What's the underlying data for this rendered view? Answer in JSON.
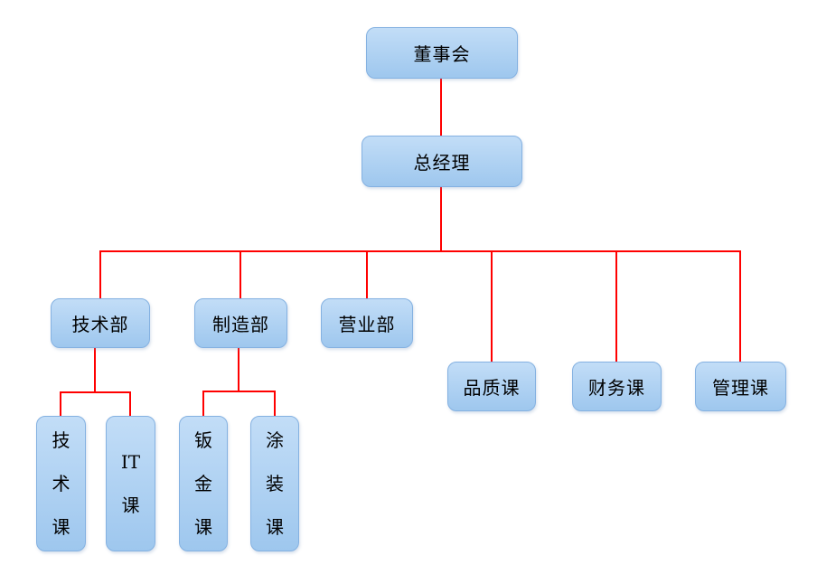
{
  "diagram": {
    "type": "org-chart",
    "colors": {
      "connector": "#ff0000",
      "node-fill-top": "#c2ddf7",
      "node-fill-bottom": "#9ec7ee",
      "node-border": "#84b1e1",
      "text": "#000000",
      "canvas-bg": "#ffffff"
    },
    "nodes": {
      "board": {
        "label": "董事会"
      },
      "general_manager": {
        "label": "总经理"
      },
      "tech_dept": {
        "label": "技术部"
      },
      "manufacturing_dept": {
        "label": "制造部"
      },
      "sales_dept": {
        "label": "营业部"
      },
      "quality_section": {
        "label": "品质课"
      },
      "finance_section": {
        "label": "财务课"
      },
      "management_section": {
        "label": "管理课"
      },
      "tech_section": {
        "label": "技\n术\n课"
      },
      "it_section": {
        "label": "IT\n课"
      },
      "sheet_metal_section": {
        "label": "钣\n金\n课"
      },
      "painting_section": {
        "label": "涂\n装\n课"
      }
    },
    "hierarchy": [
      {
        "parent": "董事会",
        "child": "总经理"
      },
      {
        "parent": "总经理",
        "child": "技术部"
      },
      {
        "parent": "总经理",
        "child": "制造部"
      },
      {
        "parent": "总经理",
        "child": "营业部"
      },
      {
        "parent": "总经理",
        "child": "品质课"
      },
      {
        "parent": "总经理",
        "child": "财务课"
      },
      {
        "parent": "总经理",
        "child": "管理课"
      },
      {
        "parent": "技术部",
        "child": "技术课"
      },
      {
        "parent": "技术部",
        "child": "IT课"
      },
      {
        "parent": "制造部",
        "child": "钣金课"
      },
      {
        "parent": "制造部",
        "child": "涂装课"
      }
    ]
  }
}
